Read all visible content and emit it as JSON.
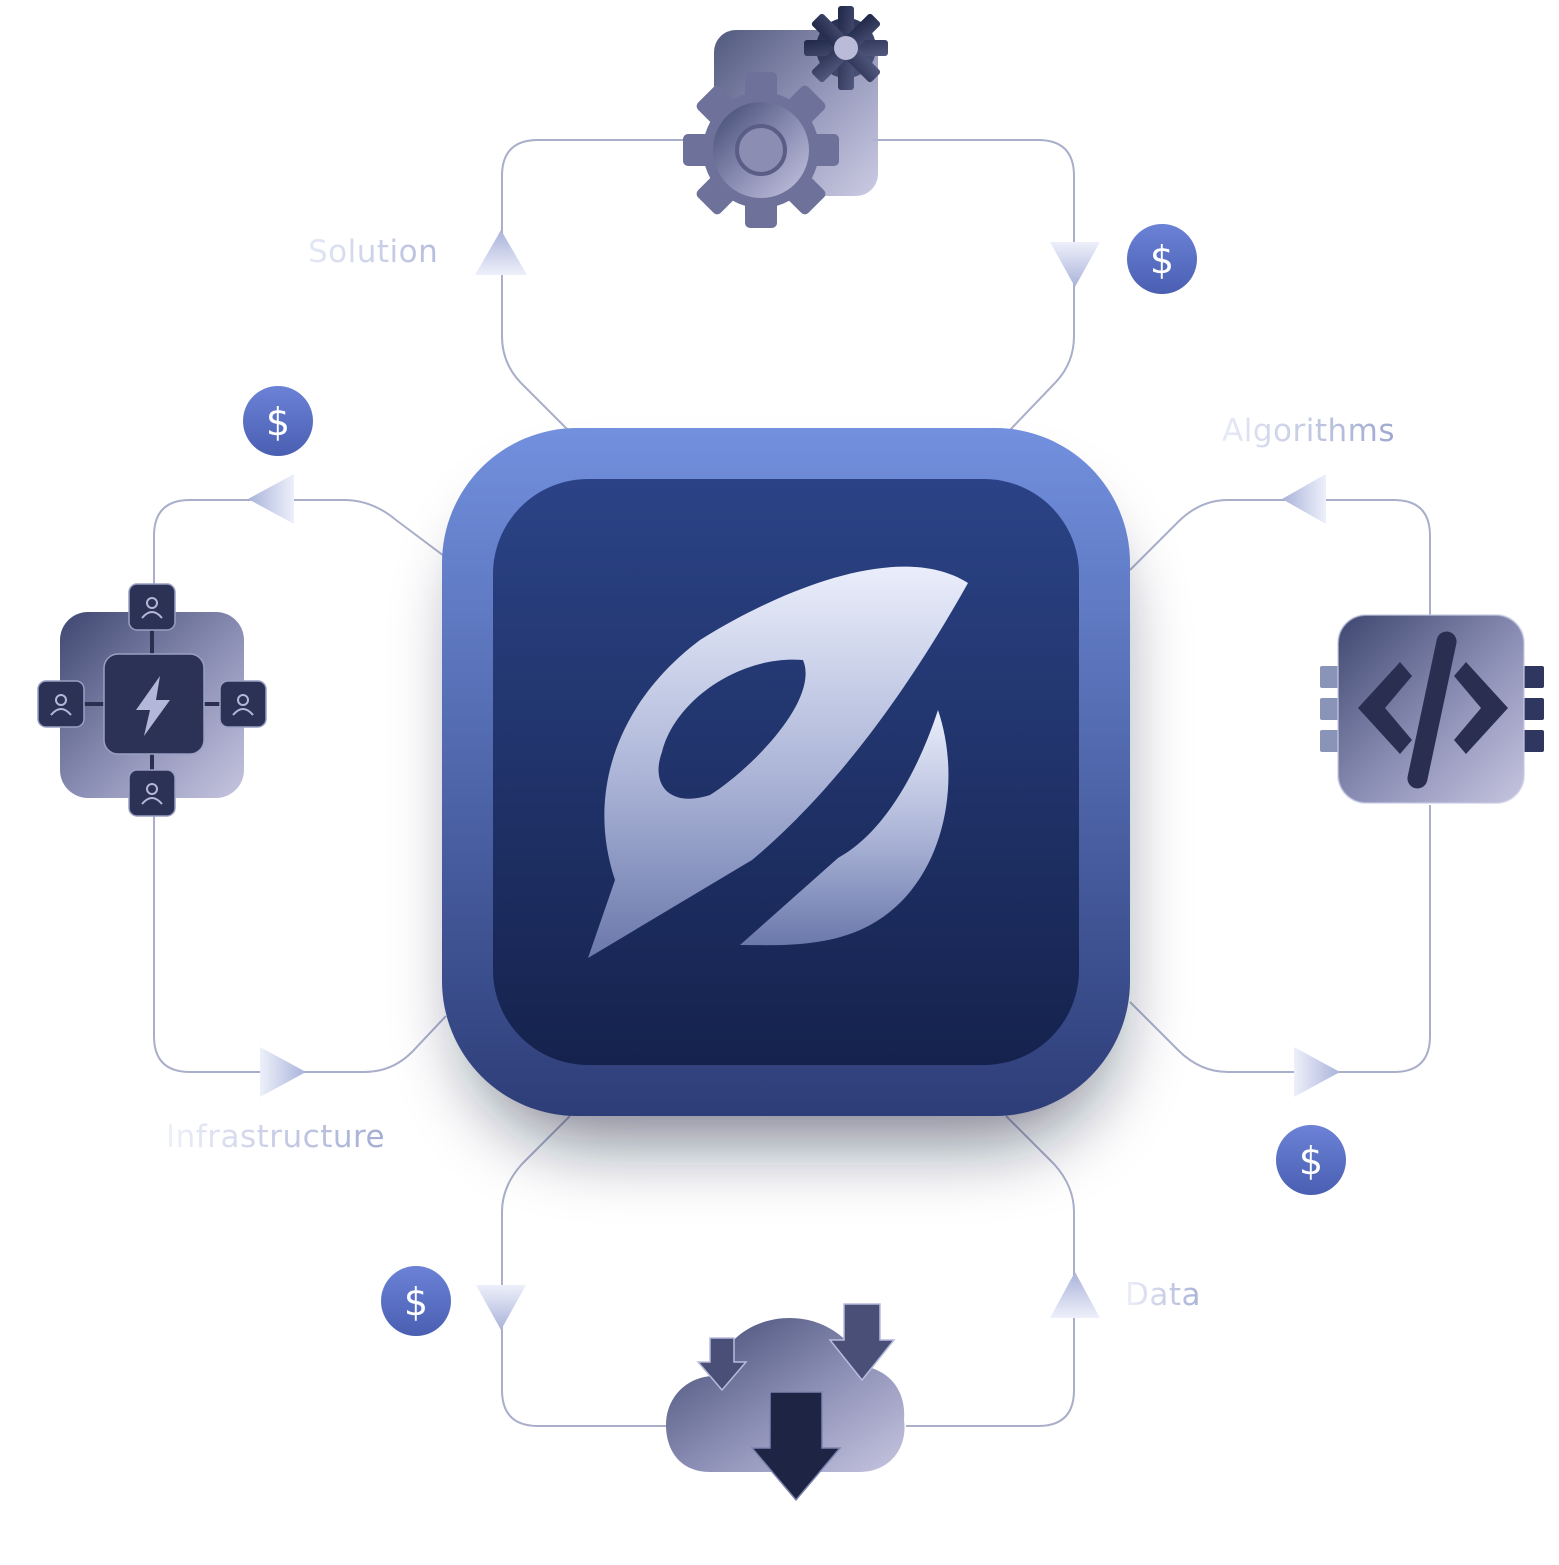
{
  "diagram": {
    "center": {
      "name": "logo"
    },
    "nodes": [
      {
        "id": "solution",
        "label": "Solution",
        "icon": "gears-icon"
      },
      {
        "id": "algorithms",
        "label": "Algorithms",
        "icon": "code-chip-icon"
      },
      {
        "id": "infrastructure",
        "label": "Infrastructure",
        "icon": "network-hub-icon"
      },
      {
        "id": "data",
        "label": "Data",
        "icon": "cloud-download-icon"
      }
    ],
    "dollar_symbol": "$",
    "colors": {
      "tile_outer_top": "#7089dc",
      "tile_outer_bottom": "#2d3f7c",
      "tile_inner_top": "#2a4283",
      "tile_inner_bottom": "#15234f",
      "dollar_badge": "#5b72c8",
      "connector": "#a4abc8",
      "arrow": "#c6cce6"
    }
  }
}
